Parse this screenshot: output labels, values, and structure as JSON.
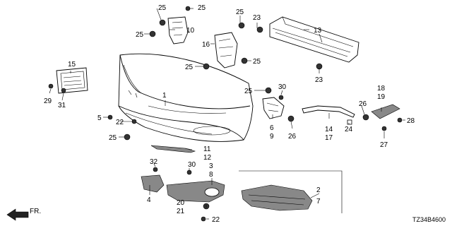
{
  "diagram": {
    "callouts": [
      "1",
      "2",
      "3",
      "4",
      "5",
      "6",
      "7",
      "8",
      "9",
      "10",
      "11",
      "12",
      "13",
      "14",
      "15",
      "16",
      "17",
      "18",
      "19",
      "20",
      "21",
      "22",
      "23",
      "24",
      "25",
      "26",
      "27",
      "28",
      "29",
      "30",
      "31",
      "32"
    ],
    "diagram_code": "TZ34B4600",
    "direction_label": "FR."
  }
}
